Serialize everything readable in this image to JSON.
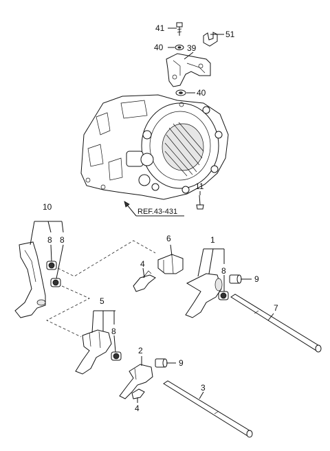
{
  "diagram": {
    "callouts": {
      "c41": "41",
      "c40_top": "40",
      "c39": "39",
      "c51": "51",
      "c40_mid": "40",
      "c11": "11",
      "c10": "10",
      "c8_a": "8",
      "c8_b": "8",
      "c6": "6",
      "c1": "1",
      "c4_top": "4",
      "c8_c": "8",
      "c9_top": "9",
      "c7": "7",
      "c5": "5",
      "c8_d": "8",
      "c2": "2",
      "c9_bot": "9",
      "c3": "3",
      "c4_bot": "4"
    },
    "reference": "REF.43-431"
  }
}
